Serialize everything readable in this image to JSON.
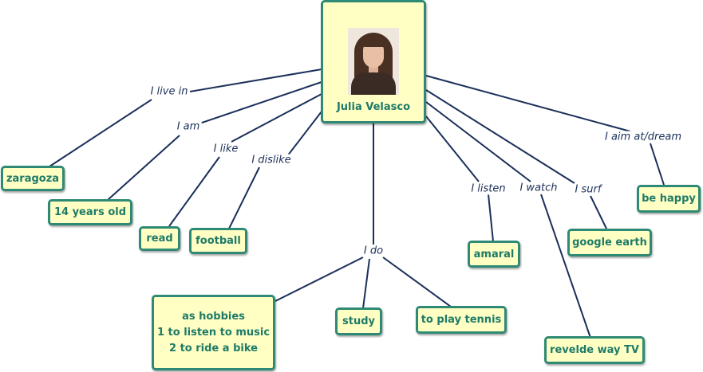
{
  "center": {
    "name": "Julia Velasco",
    "photo_icon": "portrait-photo"
  },
  "colors": {
    "node_fill": "#ffffc4",
    "node_border": "#2e8a74",
    "node_text": "#1e7a68",
    "edge": "#1a2f5a",
    "label_text": "#1a2f5a"
  },
  "links": {
    "live": "I live in",
    "am": "I am",
    "like": "I like",
    "dislike": "I dislike",
    "do": "I do",
    "listen": "I listen",
    "watch": "I watch",
    "surf": "I surf",
    "aim": "I aim at/dream"
  },
  "concepts": {
    "zaragoza": "zaragoza",
    "age": "14 years old",
    "read": "read",
    "football": "football",
    "hobbies": "as hobbies\n1 to listen to music\n2 to ride a bike",
    "study": "study",
    "tennis": "to play tennis",
    "amaral": "amaral",
    "tv": "revelde way TV",
    "google": "google earth",
    "happy": "be happy"
  }
}
